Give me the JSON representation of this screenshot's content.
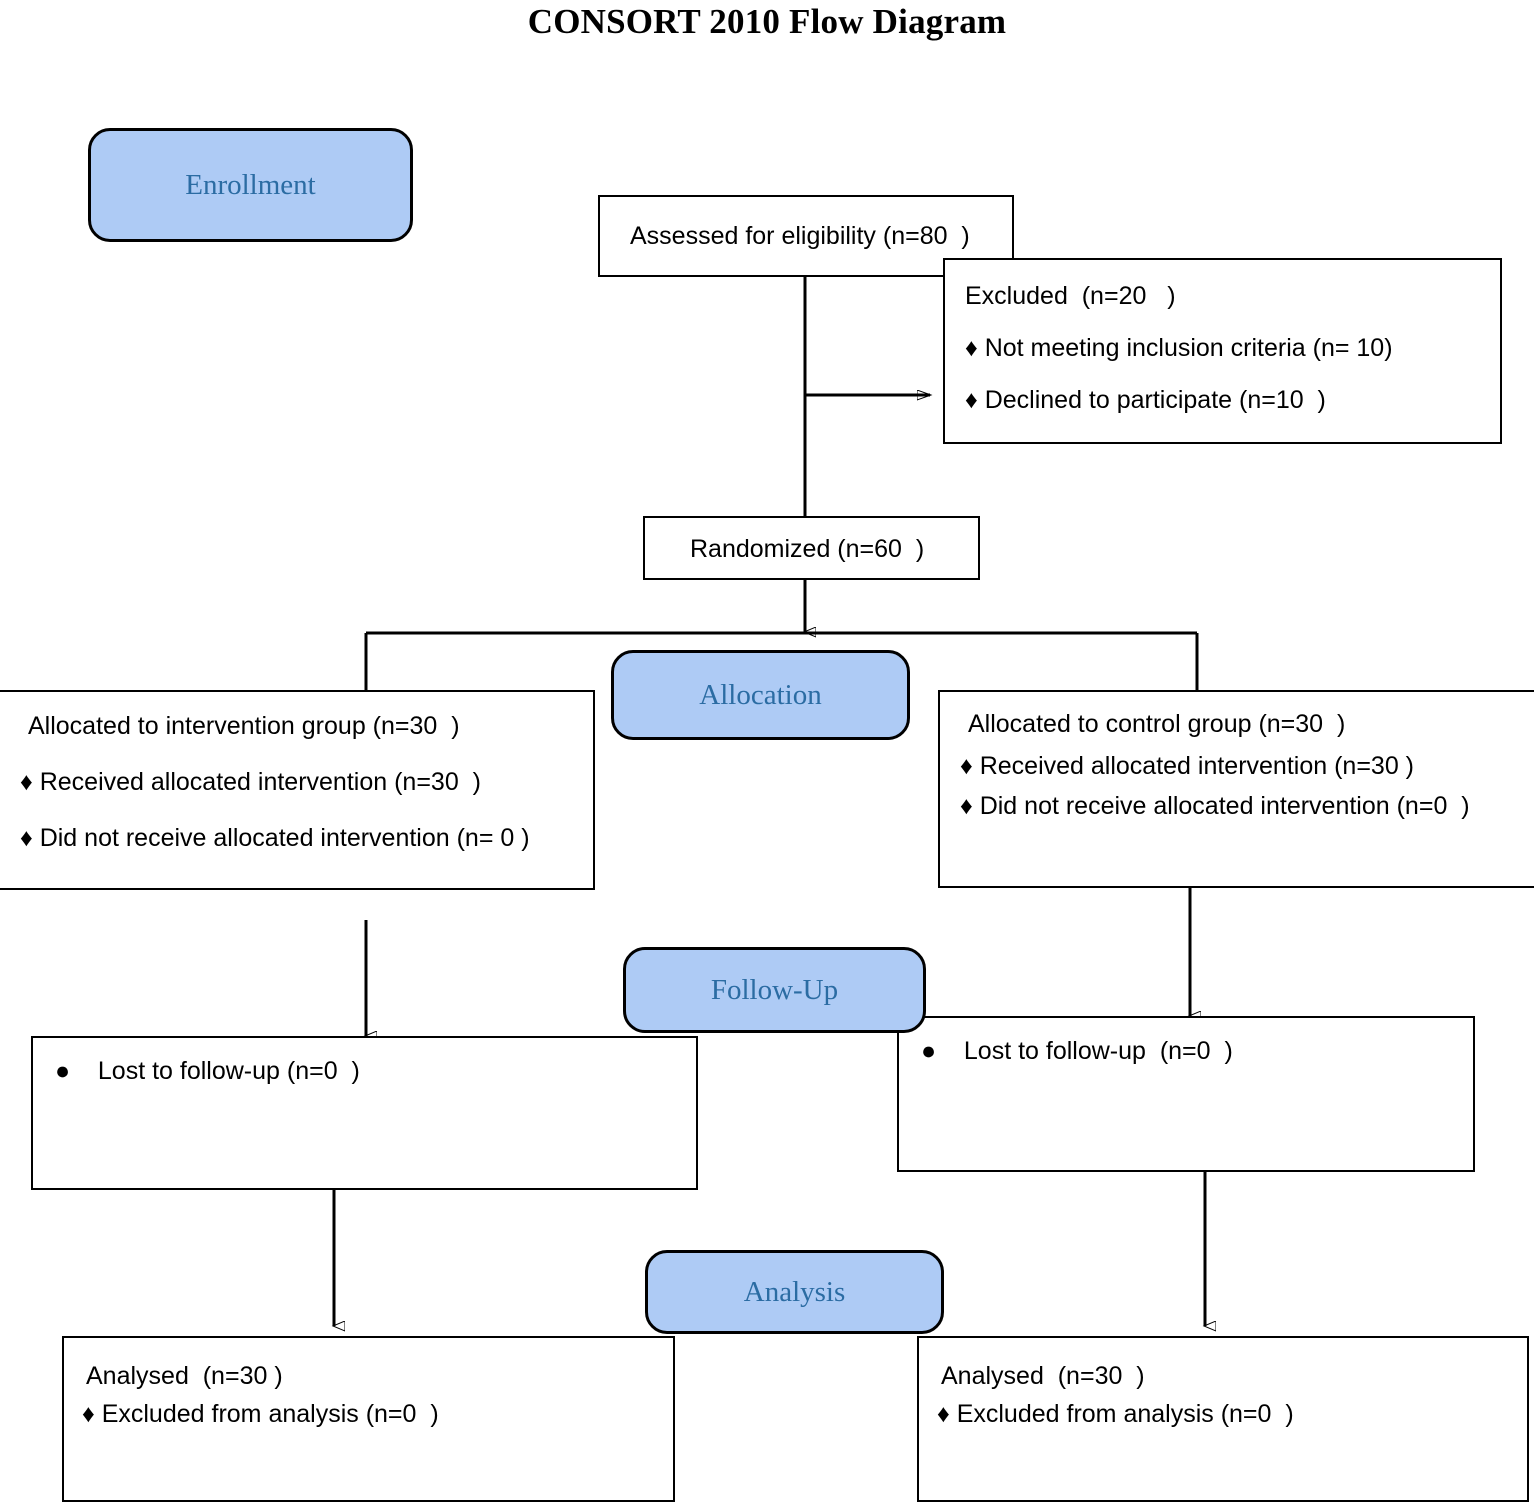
{
  "title": "CONSORT 2010 Flow Diagram",
  "colors": {
    "pill_fill": "#aecbf5",
    "pill_text": "#2b6ca3",
    "pill_border": "#000000",
    "box_border": "#000000",
    "box_fill": "#ffffff",
    "connector": "#000000",
    "title_text": "#000000"
  },
  "stages": {
    "enrollment": "Enrollment",
    "allocation": "Allocation",
    "followup": "Follow-Up",
    "analysis": "Analysis"
  },
  "bullets": {
    "diamond": "♦",
    "round": "●"
  },
  "boxes": {
    "assessed": {
      "lines": [
        "Assessed for eligibility (n=80  )"
      ]
    },
    "excluded": {
      "lines": [
        "Excluded  (n=20   )",
        "♦ Not meeting inclusion criteria (n= 10)",
        "♦ Declined to participate (n=10  )"
      ]
    },
    "randomized": {
      "lines": [
        "Randomized (n=60  )"
      ]
    },
    "allocated_intervention": {
      "lines": [
        "Allocated to intervention group (n=30  )",
        "♦ Received allocated intervention (n=30  )",
        "♦ Did not receive allocated intervention (n= 0 )"
      ]
    },
    "allocated_control": {
      "lines": [
        "Allocated to control group (n=30  )",
        "♦ Received allocated intervention (n=30 )",
        "♦ Did not receive allocated intervention (n=0  )"
      ]
    },
    "followup_intervention": {
      "lines": [
        "●    Lost to follow-up (n=0  )"
      ]
    },
    "followup_control": {
      "lines": [
        "●    Lost to follow-up  (n=0  )"
      ]
    },
    "analysed_intervention": {
      "lines": [
        "Analysed  (n=30 )",
        "♦ Excluded from analysis (n=0  )"
      ]
    },
    "analysed_control": {
      "lines": [
        "Analysed  (n=30  )",
        "♦ Excluded from analysis (n=0  )"
      ]
    }
  }
}
